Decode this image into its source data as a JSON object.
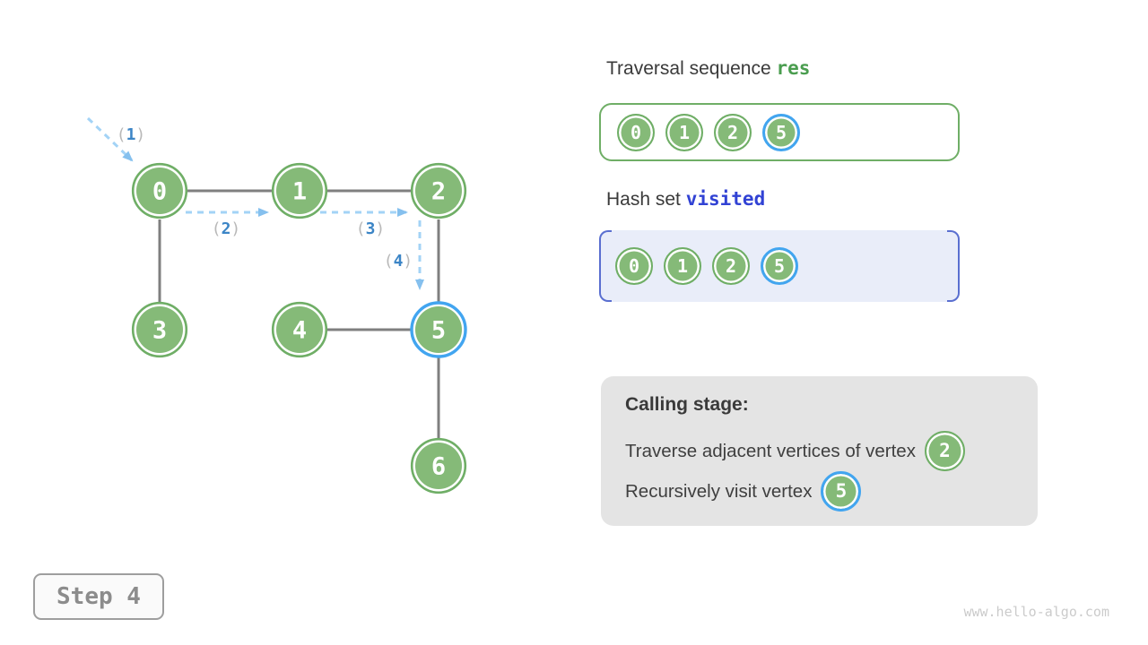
{
  "watermark": "www.hello-algo.com",
  "step_badge": {
    "label": "Step 4"
  },
  "colors": {
    "node_fill": "#85ba78",
    "node_border": "#6fae66",
    "highlight_blue": "#42a5f0",
    "edge_gray": "#7f7f7f",
    "arrow_blue": "#a3d3f6",
    "arrow_digit_blue": "#3c85c6",
    "paren_gray": "#b8b8b8",
    "res_green": "#4a9d4f",
    "visited_blue": "#3142d4",
    "visited_bg": "#e9edf9",
    "bracket_indigo": "#5a6fd0",
    "calling_bg": "#e4e4e4"
  },
  "graph": {
    "nodes": [
      {
        "label": "0",
        "highlighted": false
      },
      {
        "label": "1",
        "highlighted": false
      },
      {
        "label": "2",
        "highlighted": false
      },
      {
        "label": "3",
        "highlighted": false
      },
      {
        "label": "4",
        "highlighted": false
      },
      {
        "label": "5",
        "highlighted": true
      },
      {
        "label": "6",
        "highlighted": false
      }
    ],
    "edges": [
      "0-1",
      "1-2",
      "0-3",
      "2-5",
      "4-5",
      "5-6"
    ],
    "arrows": [
      {
        "open": "(",
        "step": "1",
        "close": ")"
      },
      {
        "open": "(",
        "step": "2",
        "close": ")"
      },
      {
        "open": "(",
        "step": "3",
        "close": ")"
      },
      {
        "open": "(",
        "step": "4",
        "close": ")"
      }
    ]
  },
  "res_panel": {
    "title_text": "Traversal sequence",
    "title_code": "res",
    "items": [
      "0",
      "1",
      "2",
      "5"
    ],
    "highlighted_item": "5"
  },
  "visited_panel": {
    "title_text": "Hash set",
    "title_code": "visited",
    "items": [
      "0",
      "1",
      "2",
      "5"
    ],
    "highlighted_item": "5"
  },
  "calling_panel": {
    "heading": "Calling stage:",
    "lines": [
      {
        "text": "Traverse adjacent vertices of vertex",
        "vertex": "2",
        "highlighted": false
      },
      {
        "text": "Recursively visit vertex",
        "vertex": "5",
        "highlighted": true
      }
    ]
  }
}
